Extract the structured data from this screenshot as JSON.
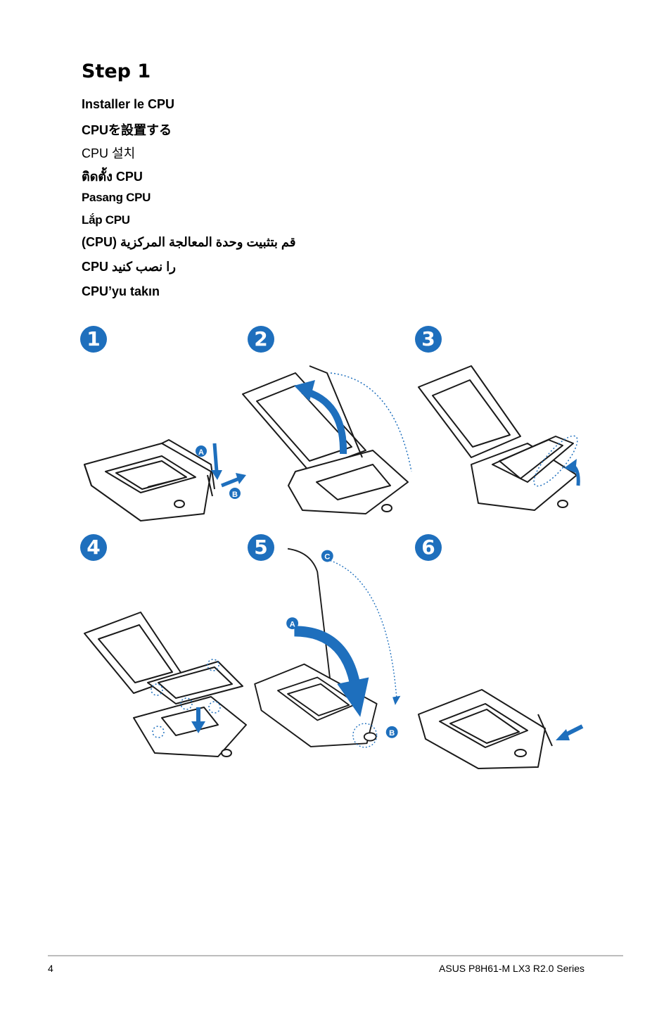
{
  "heading": "Step 1",
  "languages": [
    "Installer le CPU",
    "CPUを設置する",
    "CPU 설치",
    "ติดตั้ง CPU",
    "Pasang CPU",
    "Lắp CPU",
    "(CPU) قم بتثبيت وحدة المعالجة المركزية",
    "CPU را نصب کنید",
    "CPU’yu takın"
  ],
  "steps": [
    {
      "number": "1",
      "labels": [
        "A",
        "B"
      ]
    },
    {
      "number": "2",
      "labels": []
    },
    {
      "number": "3",
      "labels": []
    },
    {
      "number": "4",
      "labels": []
    },
    {
      "number": "5",
      "labels": [
        "C",
        "A",
        "B"
      ]
    },
    {
      "number": "6",
      "labels": []
    }
  ],
  "footer": {
    "page_number": "4",
    "product": "ASUS P8H61-M LX3 R2.0 Series"
  },
  "colors": {
    "accent_blue": "#1e6fbd",
    "line": "#1a1a1a",
    "rule": "#bdbdbd"
  }
}
